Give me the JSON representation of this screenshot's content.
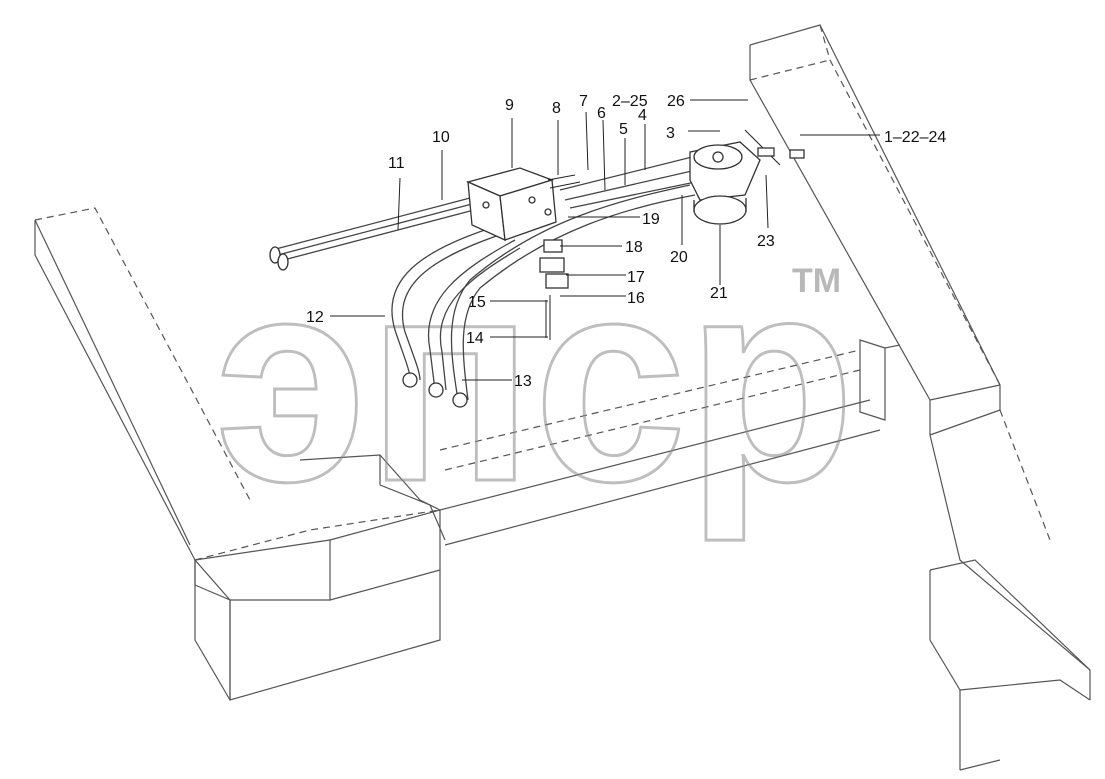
{
  "watermark": {
    "text": "эпср",
    "trademark": "TM"
  },
  "callouts": {
    "c1": "1–22–24",
    "c2": "2–25",
    "c3": "3",
    "c4": "4",
    "c5": "5",
    "c6": "6",
    "c7": "7",
    "c8": "8",
    "c9": "9",
    "c10": "10",
    "c11": "11",
    "c12": "12",
    "c13": "13",
    "c14": "14",
    "c15": "15",
    "c16": "16",
    "c17": "17",
    "c18": "18",
    "c19": "19",
    "c20": "20",
    "c21": "21",
    "c23": "23",
    "c26": "26"
  }
}
